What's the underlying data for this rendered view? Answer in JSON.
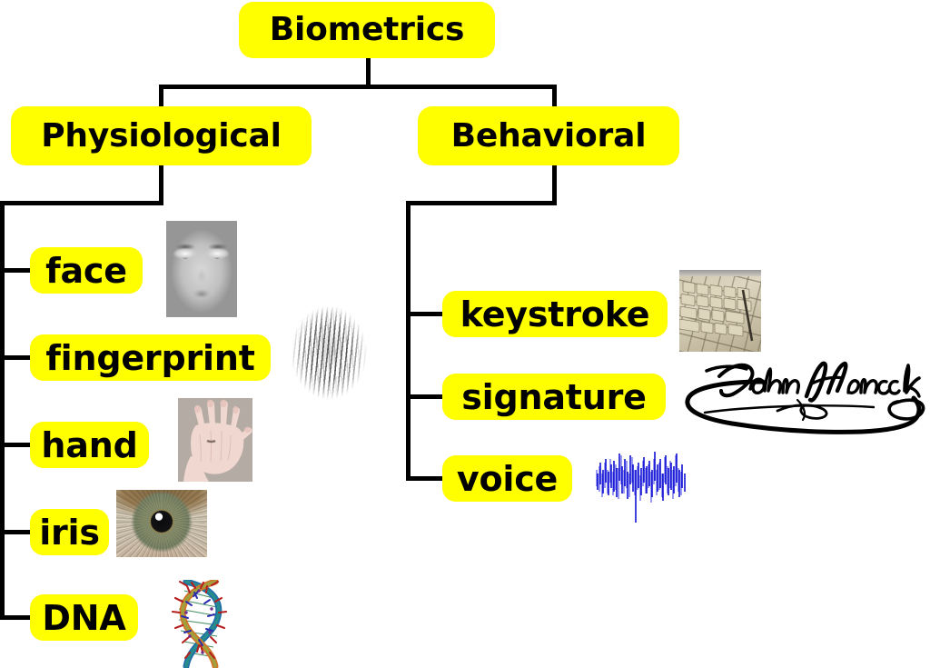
{
  "diagram": {
    "title": "Biometrics",
    "type": "taxonomy-tree",
    "background_color": "#ffffff",
    "node_fill_color": "#ffff00",
    "node_text_color": "#000000",
    "connector_color": "#000000"
  },
  "root": {
    "label": "Biometrics"
  },
  "branches": [
    {
      "label": "Physiological",
      "leaves": [
        {
          "label": "face",
          "illustration": "face-photo-grayscale-portrait"
        },
        {
          "label": "fingerprint",
          "illustration": "fingerprint-ridge-pattern"
        },
        {
          "label": "hand",
          "illustration": "hand-palm-photo"
        },
        {
          "label": "iris",
          "illustration": "iris-eye-closeup-photo"
        },
        {
          "label": "DNA",
          "illustration": "dna-double-helix-model"
        }
      ]
    },
    {
      "label": "Behavioral",
      "leaves": [
        {
          "label": "keystroke",
          "illustration": "computer-keyboard-photo"
        },
        {
          "label": "signature",
          "illustration": "handwritten-signature"
        },
        {
          "label": "voice",
          "illustration": "voice-waveform-plot"
        }
      ]
    }
  ],
  "illustration_colors": {
    "waveform_dark": "#0000d2",
    "waveform_light": "#7a7aee",
    "signature_ink": "#000000",
    "keyboard_key": "#d5ccb5",
    "hand_background": "#b4aca4",
    "iris_green": "#8d9470",
    "iris_amber": "#c98a16"
  }
}
